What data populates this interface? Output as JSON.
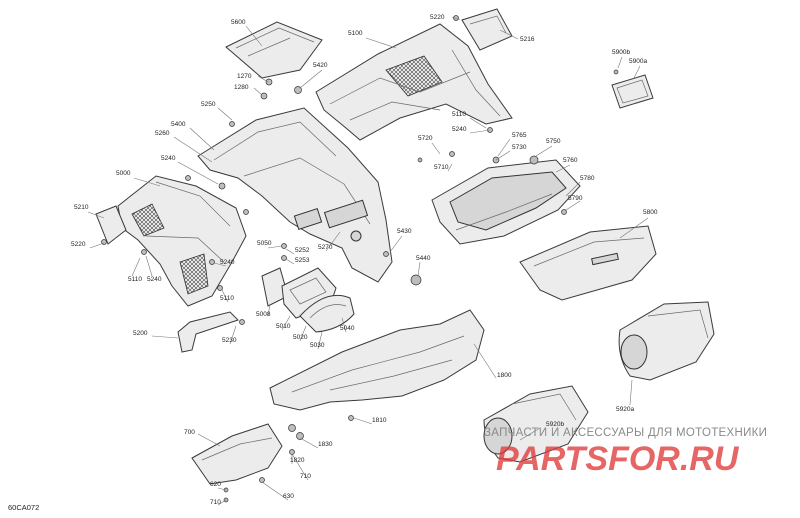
{
  "diagram": {
    "code": "60CA072",
    "watermark": {
      "line1": "ЗАПЧАСТИ И АКСЕССУАРЫ ДЛЯ МОТОТЕХНИКИ",
      "line2": "PARTSFOR.RU"
    },
    "callouts": [
      "5600",
      "5220",
      "5216",
      "5100",
      "5900b",
      "5900a",
      "1270",
      "1280",
      "5420",
      "5250",
      "5400",
      "5260",
      "5240",
      "5110",
      "5240",
      "5720",
      "5765",
      "5750",
      "5730",
      "5760",
      "5710",
      "5780",
      "5790",
      "5800",
      "5000",
      "5210",
      "5220",
      "5110",
      "5240",
      "5050",
      "5252",
      "5253",
      "5270",
      "5430",
      "5440",
      "5240",
      "5110",
      "5008",
      "5010",
      "5020",
      "5030",
      "5040",
      "5200",
      "5230",
      "1800",
      "5920a",
      "5920b",
      "1810",
      "700",
      "1830",
      "1820",
      "710",
      "620",
      "630",
      "710"
    ]
  }
}
